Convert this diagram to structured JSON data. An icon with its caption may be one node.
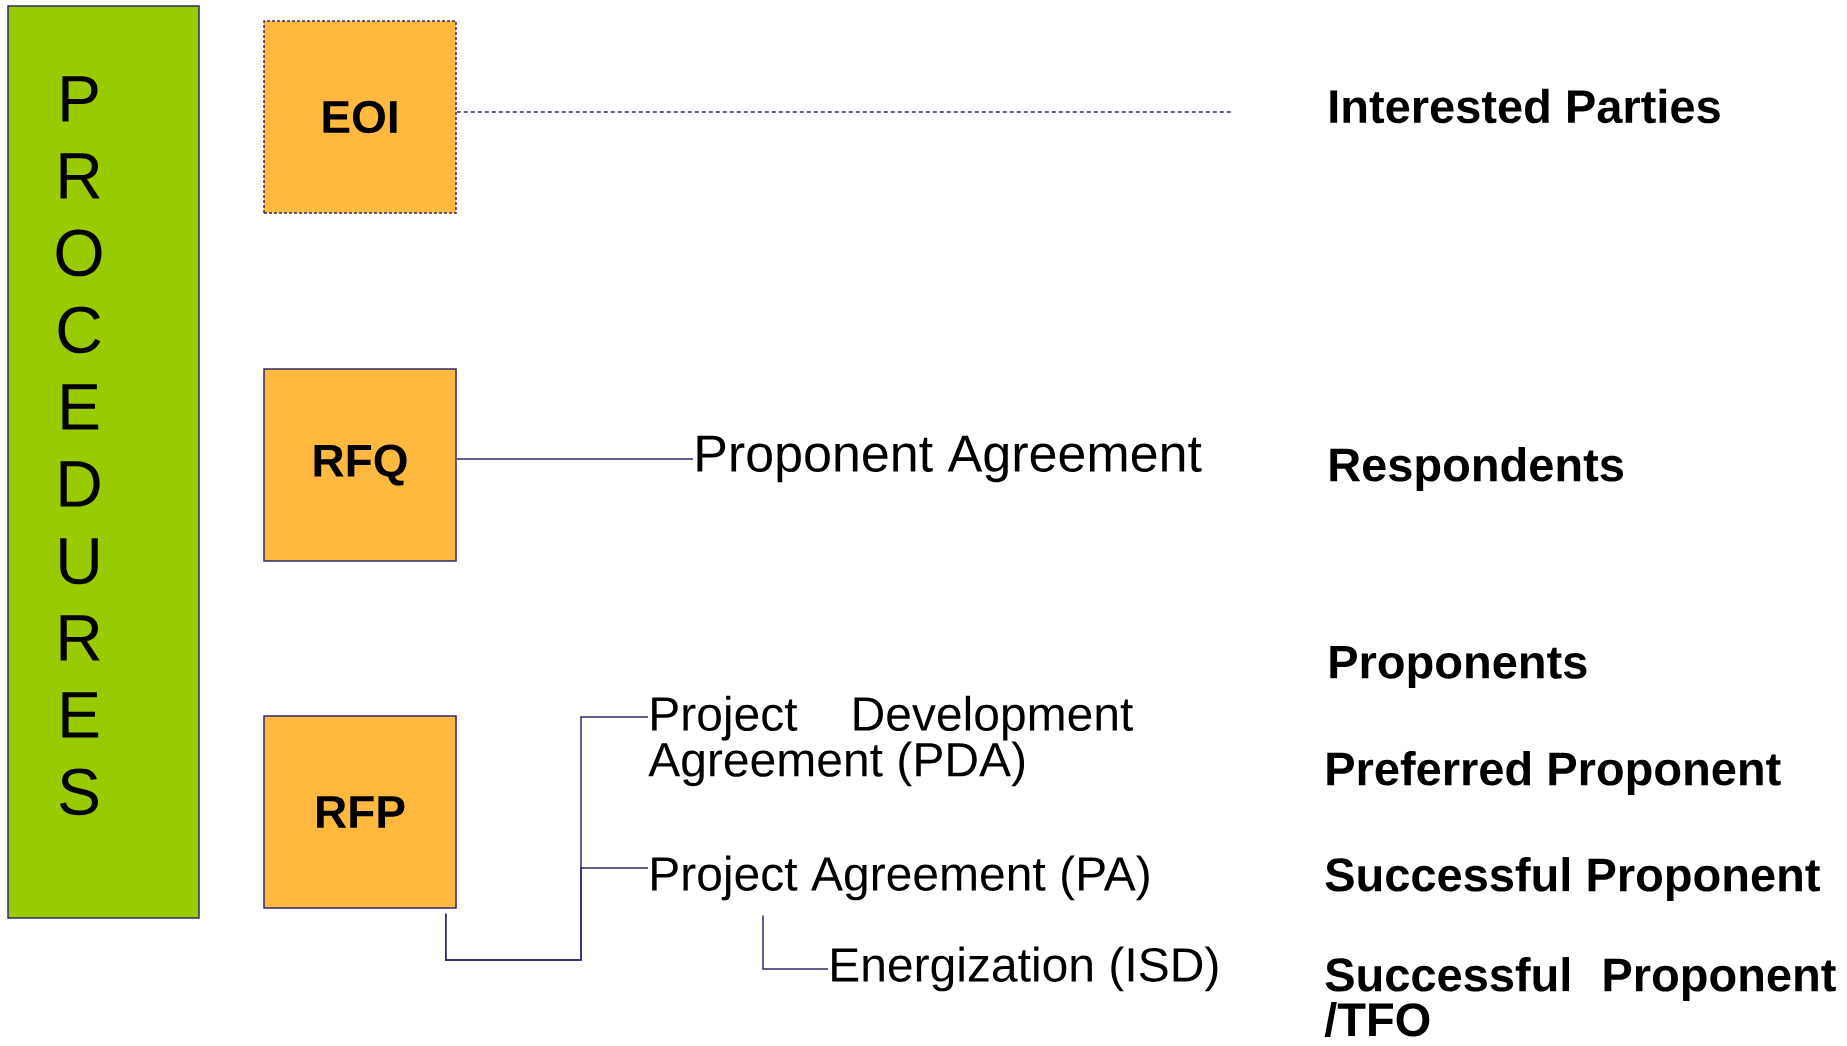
{
  "diagram": {
    "nodes": [
      {
        "text": [
          "PROCEDURES"
        ]
      },
      {
        "text": [
          "EOI"
        ]
      },
      {
        "text": [
          "RFQ"
        ]
      },
      {
        "text": [
          "RFP"
        ]
      },
      {
        "text": [
          "Proponent Agreement"
        ]
      },
      {
        "text": [
          "Project Development Agreement (PDA)"
        ]
      },
      {
        "text": [
          "Project Agreement (PA)"
        ]
      },
      {
        "text": [
          "Energization (ISD)"
        ]
      }
    ],
    "edges": [
      {
        "from": 1,
        "to": null,
        "arrow": "none",
        "style": "dashed"
      },
      {
        "from": 2,
        "to": 4,
        "arrow": "none"
      },
      {
        "from": 3,
        "to": 5,
        "arrow": "none"
      },
      {
        "from": 3,
        "to": 6,
        "arrow": "none"
      },
      {
        "from": 6,
        "to": 7,
        "arrow": "none"
      }
    ],
    "labels": [
      "Interested Parties",
      "Respondents",
      "Proponents",
      "Preferred Proponent",
      "Successful Proponent",
      "Successful Proponent /TFO"
    ]
  }
}
